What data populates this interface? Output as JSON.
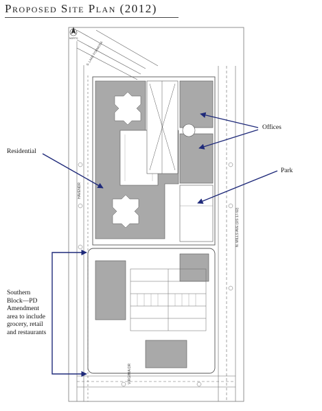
{
  "title": "Proposed Site Plan (2012)",
  "labels": {
    "offices": "Offices",
    "residential": "Residential",
    "park": "Park",
    "southern": [
      "Southern",
      "Block—PD",
      "Amendment",
      "area to include",
      "grocery, retail",
      "and restaurants"
    ]
  },
  "plan_text": {
    "street_west": "HAVENDR",
    "street_east": "N. MILLS AVE (US 17-92)",
    "street_north": "S. LAKE FORMOSA",
    "street_south": "VIRGINIA DR",
    "north": "NORTH"
  },
  "colors": {
    "arrow": "#1f2a7a",
    "building": "#a9a9a9",
    "linework": "#555555"
  }
}
